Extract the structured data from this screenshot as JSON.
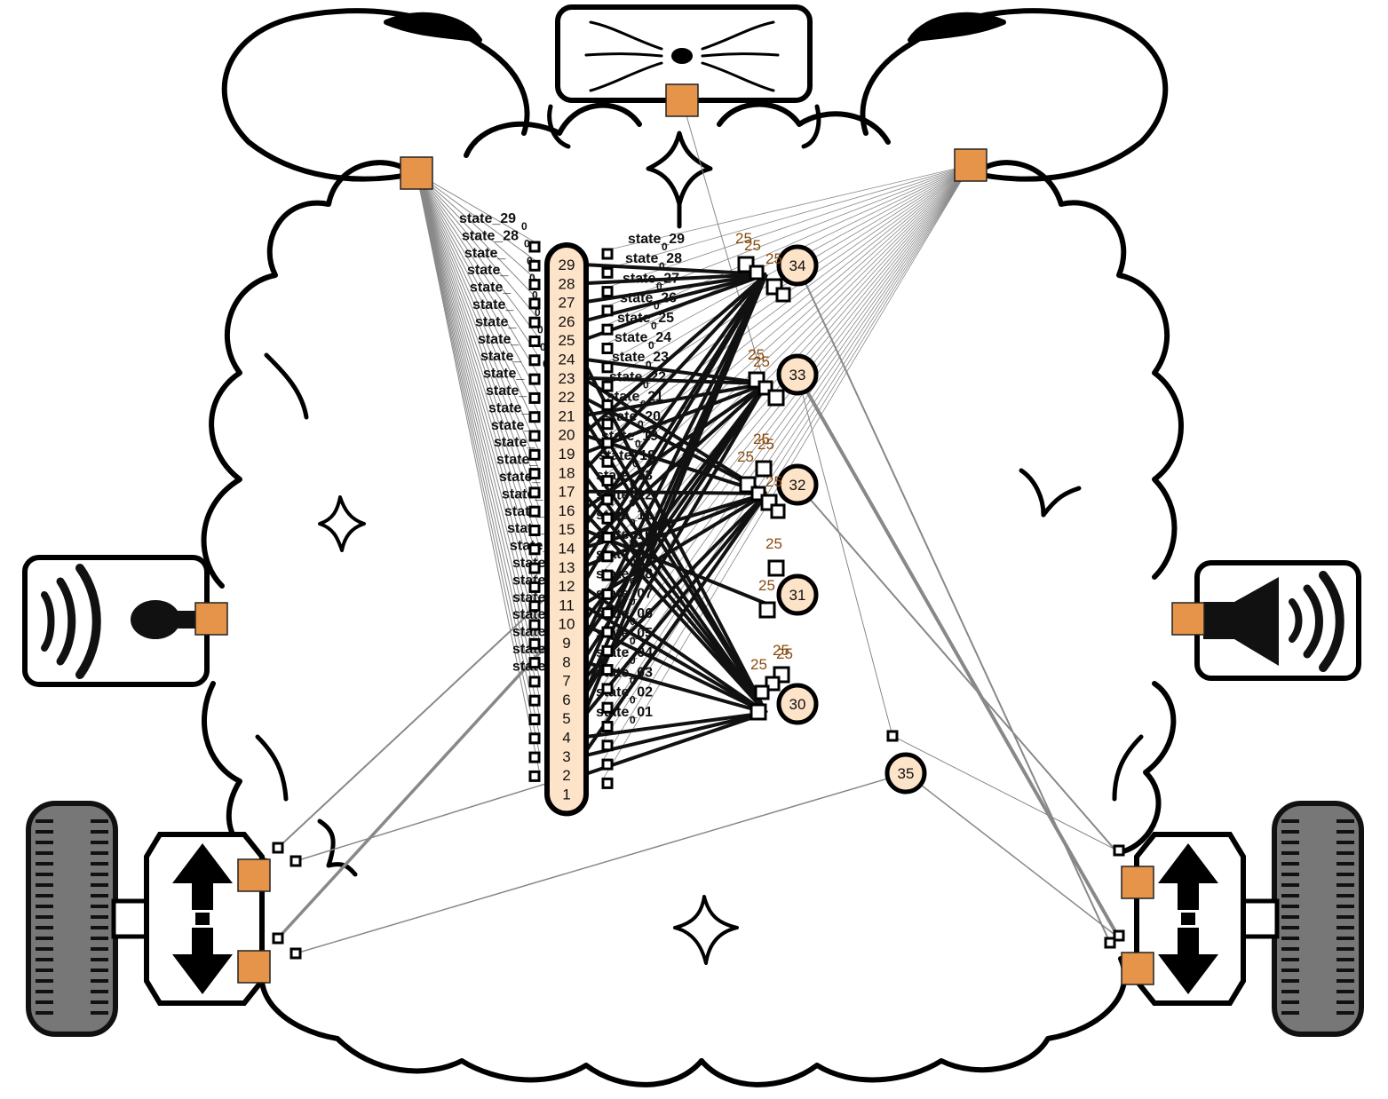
{
  "colors": {
    "neuron_fill": "#fde3c8",
    "io_port": "#e5944a",
    "weight_text": "#8a4b10",
    "strong_edge": "#111111",
    "weak_edge": "#888888"
  },
  "io_devices": {
    "eye_left": "eye-icon",
    "nose": "nose-icon",
    "eye_right": "eye-icon",
    "microphone": "microphone-icon",
    "speaker": "speaker-icon",
    "motor_left": "wheel-motor-icon",
    "motor_right": "wheel-motor-icon"
  },
  "neurons": [
    "1",
    "2",
    "3",
    "4",
    "5",
    "6",
    "7",
    "8",
    "9",
    "10",
    "11",
    "12",
    "13",
    "14",
    "15",
    "16",
    "17",
    "18",
    "19",
    "20",
    "21",
    "22",
    "23",
    "24",
    "25",
    "26",
    "27",
    "28",
    "29",
    "30",
    "31",
    "32",
    "33",
    "34",
    "35"
  ],
  "state_labels_left": [
    "state_29",
    "state_28",
    "state_",
    "state_",
    "state_",
    "state_",
    "state_",
    "state_",
    "state_",
    "state_",
    "state_",
    "state_",
    "state_",
    "state_",
    "state_",
    "state_",
    "state_",
    "state_",
    "state_",
    "state_",
    "state_",
    "state_",
    "state_",
    "state_",
    "state_",
    "state_",
    "state_"
  ],
  "state_labels_right": [
    "state_29",
    "state_28",
    "state_27",
    "state_26",
    "state_25",
    "state_24",
    "state_23",
    "state_22",
    "state_21",
    "state_20",
    "state_19",
    "state_18",
    "state_13",
    "state_12",
    "state_11",
    "state_10",
    "state_09",
    "state_08",
    "state_07",
    "state_06",
    "state_05",
    "state_04",
    "state_03",
    "state_02",
    "state_01"
  ],
  "state_subscript": "0",
  "weight_label": "25"
}
